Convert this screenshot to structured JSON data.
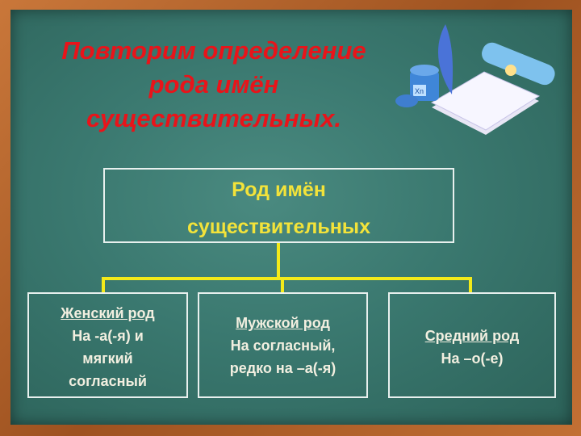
{
  "title": {
    "lines": [
      "Повторим определение",
      "рода имён",
      "существительных."
    ]
  },
  "top_box": {
    "lines": [
      "Род имён",
      "существительных"
    ]
  },
  "boxes": [
    {
      "heading": "Женский род",
      "lines": [
        "На  -а(-я) и",
        "мягкий",
        "согласный"
      ]
    },
    {
      "heading": "Мужской род",
      "lines": [
        "На согласный,",
        "редко на –а(-я)"
      ]
    },
    {
      "heading": "Средний род",
      "lines": [
        "На –о(-е)"
      ]
    }
  ],
  "illustration": {
    "ink_label": "Xn"
  },
  "colors": {
    "title": "#e8141a",
    "top_text": "#f3e33a",
    "connector": "#f3ea1a",
    "board": "#3a786f"
  }
}
